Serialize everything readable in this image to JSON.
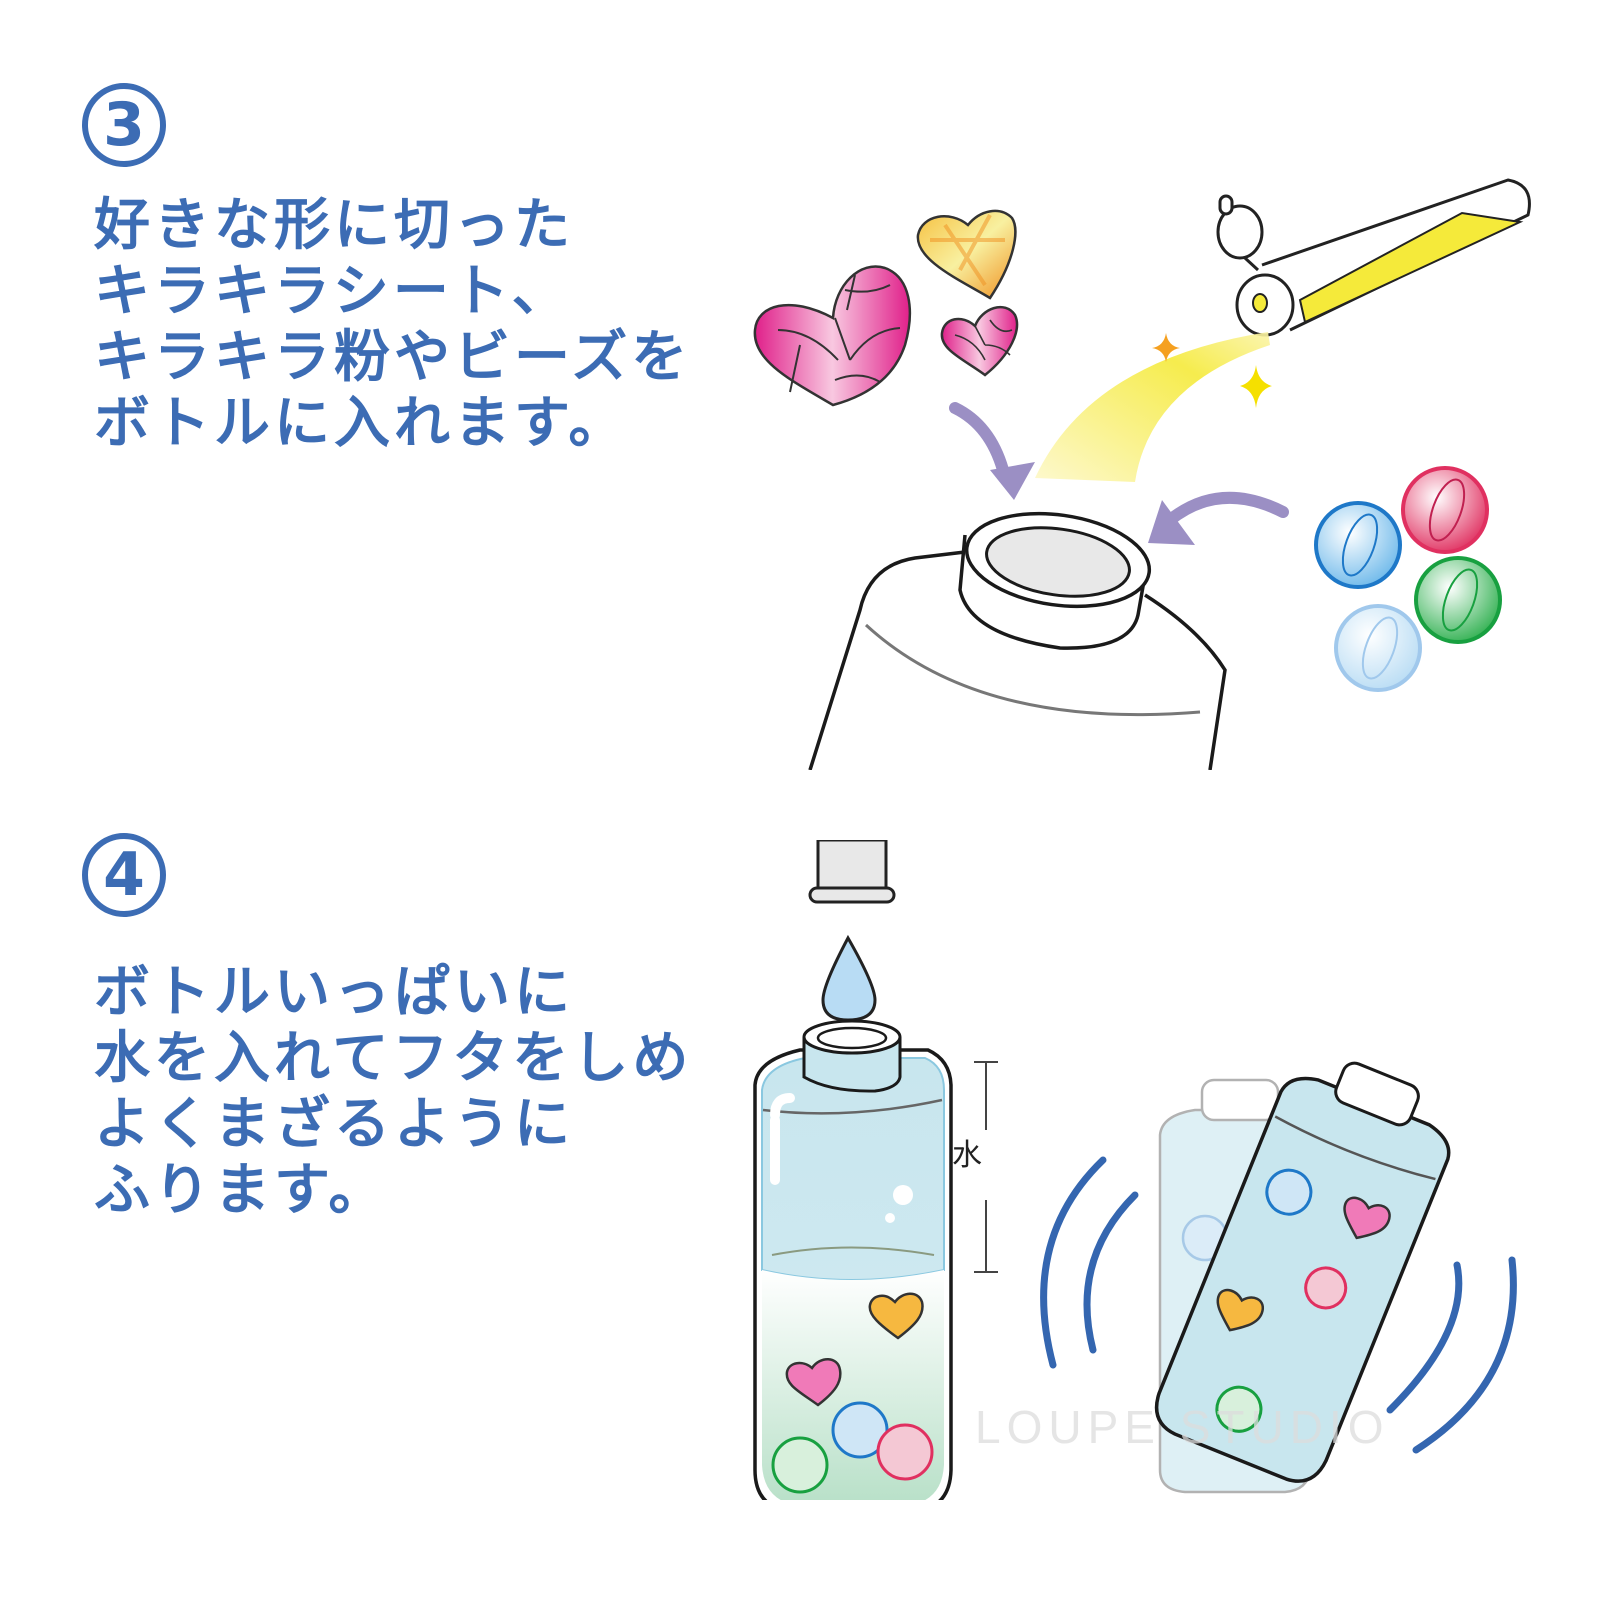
{
  "steps": [
    {
      "number": "3",
      "lines": [
        "好きな形に切った",
        "キラキラシート、",
        "キラキラ粉やビーズを",
        "ボトルに入れます。"
      ]
    },
    {
      "number": "4",
      "lines": [
        "ボトルいっぱいに",
        "水を入れてフタをしめ",
        "よくまざるように",
        "ふります。"
      ]
    }
  ],
  "illustration": {
    "water_label": "水",
    "watermark": "LOUPE STUDIO"
  },
  "colors": {
    "text_blue": "#3c6cb4",
    "arrow_purple": "#9b8fc4",
    "glitter_yellow": "#f5ea3a",
    "heart_pink": "#e0308c",
    "heart_orange": "#f2a030",
    "water_blue": "#c8e6ee",
    "bead_blue": "#1e78c8",
    "bead_red": "#e03060",
    "bead_green": "#18a040",
    "shake_lines": "#3466b0"
  }
}
